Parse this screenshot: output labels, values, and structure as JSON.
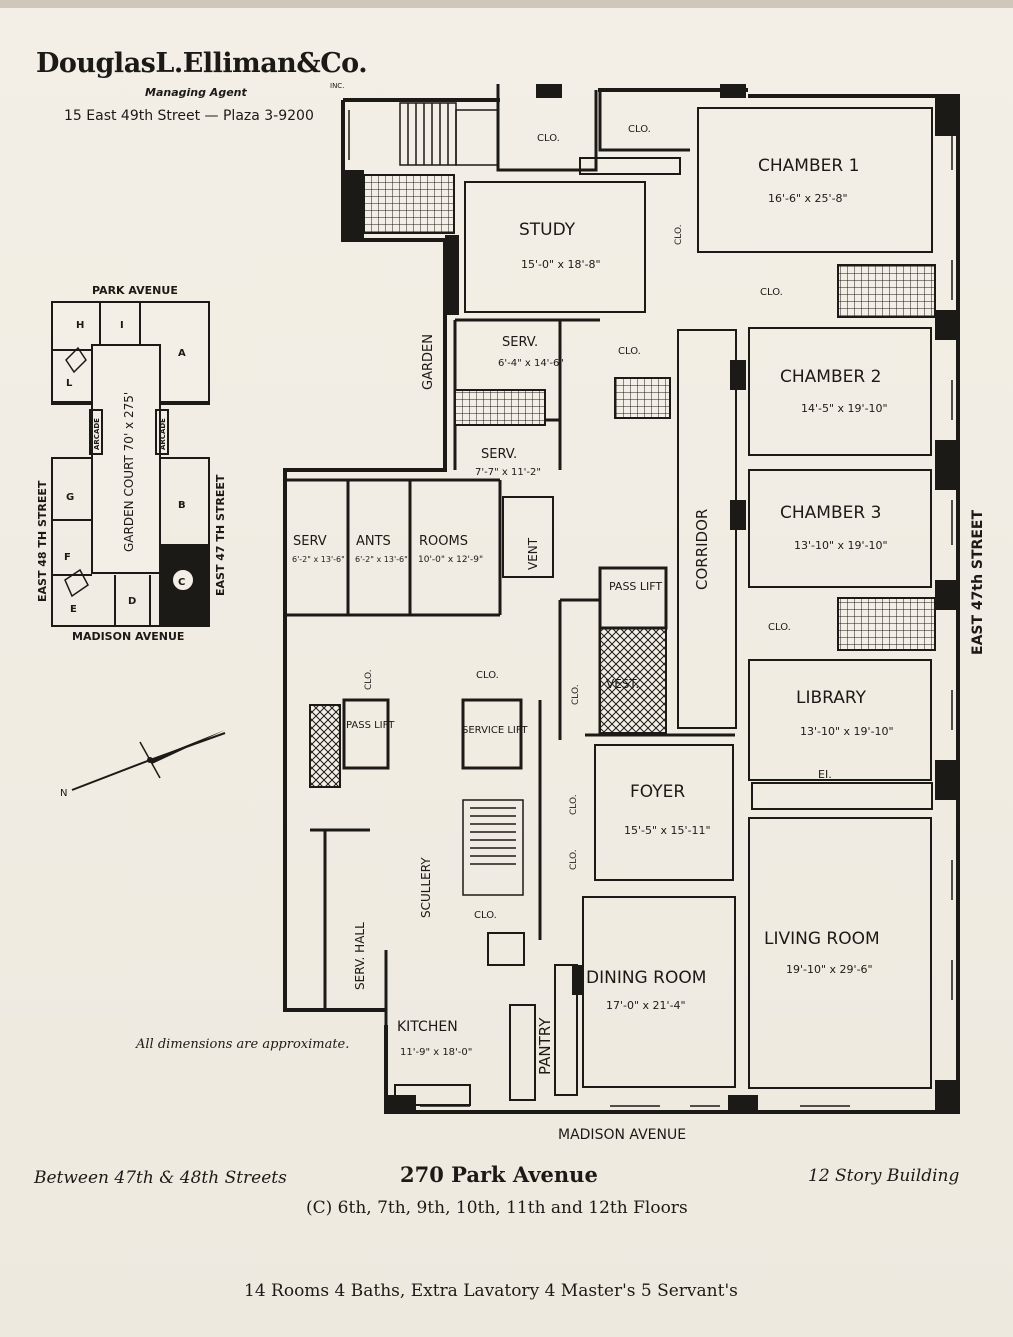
{
  "agent": {
    "name": "DouglasL.Elliman&Co.",
    "inc": "INC.",
    "role": "Managing Agent",
    "address": "15 East 49th Street — Plaza 3-9200"
  },
  "site_plan": {
    "north_street": "PARK AVENUE",
    "south_street": "MADISON AVENUE",
    "west_street": "EAST 48 TH STREET",
    "east_street": "EAST 47 TH STREET",
    "court": "GARDEN COURT 70' x 275'",
    "arcade": "ARCADE",
    "sections": [
      "H",
      "I",
      "A",
      "L",
      "G",
      "F",
      "E",
      "D",
      "C",
      "B"
    ]
  },
  "compass": {
    "label": "N"
  },
  "plan": {
    "street_bottom": "MADISON AVENUE",
    "street_right": "EAST 47th STREET",
    "garden": "GARDEN",
    "rooms": {
      "chamber1": {
        "name": "CHAMBER 1",
        "dim": "16'-6\" x 25'-8\""
      },
      "chamber2": {
        "name": "CHAMBER 2",
        "dim": "14'-5\" x 19'-10\""
      },
      "chamber3": {
        "name": "CHAMBER 3",
        "dim": "13'-10\" x 19'-10\""
      },
      "library": {
        "name": "LIBRARY",
        "dim": "13'-10\" x 19'-10\""
      },
      "living": {
        "name": "LIVING ROOM",
        "dim": "19'-10\" x 29'-6\""
      },
      "dining": {
        "name": "DINING ROOM",
        "dim": "17'-0\" x 21'-4\""
      },
      "foyer": {
        "name": "FOYER",
        "dim": "15'-5\" x 15'-11\""
      },
      "study": {
        "name": "STUDY",
        "dim": "15'-0\" x 18'-8\""
      },
      "serv1": {
        "name": "SERV.",
        "dim": "6'-4\" x 14'-6\""
      },
      "serv2": {
        "name": "SERV.",
        "dim": "7'-7\" x 11'-2\""
      },
      "serv3": {
        "name": "SERV",
        "dim": "6'-2\" x 13'-6\""
      },
      "serv4": {
        "name": "ANTS",
        "dim": "6'-2\" x 13'-6\""
      },
      "serv5": {
        "name": "ROOMS",
        "dim": "10'-0\" x 12'-9\""
      },
      "kitchen": {
        "name": "KITCHEN",
        "dim": "11'-9\" x 18'-0\""
      },
      "corridor": "CORRIDOR",
      "vent": "VENT",
      "vest": "VEST.",
      "pass_lift": "PASS LIFT",
      "pass_lift2": "PASS LIFT",
      "service_lift": "SERVICE LIFT",
      "scullery": "SCULLERY",
      "serv_hall": "SERV. HALL",
      "pantry": "PANTRY",
      "closet": "CLO.",
      "elevator": "EI."
    }
  },
  "note": "All dimensions are approximate.",
  "footer": {
    "location": "Between 47th & 48th Streets",
    "address": "270 Park Avenue",
    "stories": "12 Story Building",
    "floors": "(C)   6th, 7th, 9th, 10th, 11th and 12th Floors",
    "rooms": "14 Rooms  4 Baths, Extra Lavatory  4 Master's    5 Servant's"
  }
}
